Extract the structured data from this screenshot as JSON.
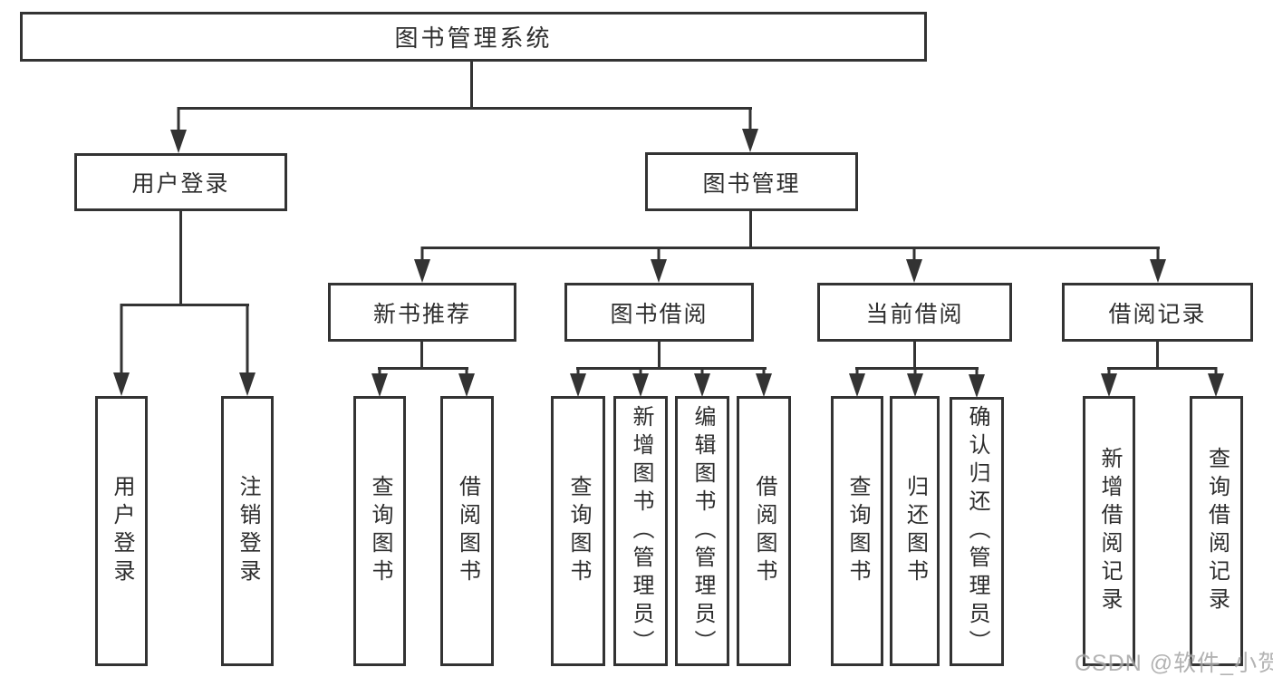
{
  "diagram": {
    "root": {
      "label": "图书管理系统"
    },
    "level1": [
      {
        "label": "用户登录"
      },
      {
        "label": "图书管理"
      }
    ],
    "level2": [
      {
        "label": "新书推荐"
      },
      {
        "label": "图书借阅"
      },
      {
        "label": "当前借阅"
      },
      {
        "label": "借阅记录"
      }
    ],
    "leaves": {
      "user_login": [
        "用户登录",
        "注销登录"
      ],
      "new_book_rec": [
        "查询图书",
        "借阅图书"
      ],
      "book_borrow": [
        "查询图书",
        "新增图书（管理员）",
        "编辑图书（管理员）",
        "借阅图书"
      ],
      "current_borrow": [
        "查询图书",
        "归还图书",
        "确认归还（管理员）"
      ],
      "borrow_records": [
        "新增借阅记录",
        "查询借阅记录"
      ]
    },
    "watermark": "CSDN @软件_小贺同学",
    "colors": {
      "line": "#333333",
      "text": "#2d2d2d",
      "background": "#ffffff",
      "watermark": "#a6a6a6"
    }
  }
}
